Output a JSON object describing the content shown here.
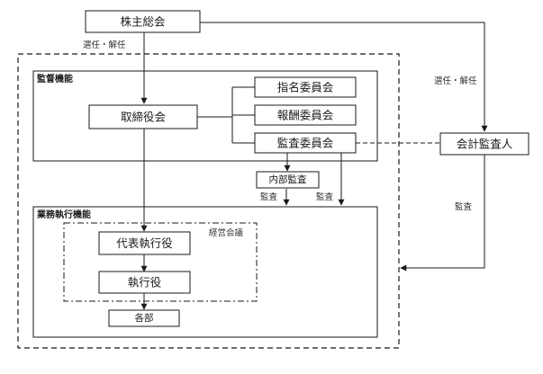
{
  "nodes": {
    "shareholders_meeting": "株主総会",
    "board_of_directors": "取締役会",
    "nomination_committee": "指名委員会",
    "compensation_committee": "報酬委員会",
    "audit_committee": "監査委員会",
    "accounting_auditor": "会計監査人",
    "internal_audit": "内部監査",
    "representative_executive_officer": "代表執行役",
    "executive_officer": "執行役",
    "departments": "各部"
  },
  "sections": {
    "supervision": "監督機能",
    "business_execution": "業務執行機能",
    "management_meeting": "経営会議"
  },
  "edge_labels": {
    "appoint_dismiss_board": "選任・解任",
    "appoint_dismiss_auditor": "選任・解任",
    "audit_internal": "監査",
    "audit_committee": "監査",
    "audit_auditor": "監査"
  }
}
